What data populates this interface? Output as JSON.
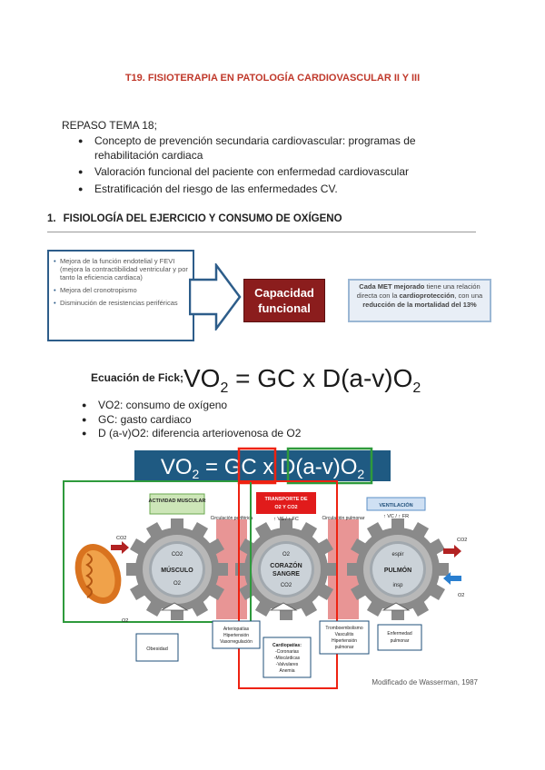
{
  "title": "T19. FISIOTERAPIA EN PATOLOGÍA CARDIOVASCULAR II Y III",
  "repaso": {
    "heading": "REPASO TEMA 18;",
    "items": [
      "Concepto de prevención secundaria cardiovascular: programas de rehabilitación cardiaca",
      "Valoración funcional del paciente con enfermedad cardiovascular",
      "Estratificación del riesgo de las enfermedades CV."
    ]
  },
  "section1": {
    "number": "1.",
    "title": "FISIOLOGÍA DEL EJERCICIO Y CONSUMO DE OXÍGENO"
  },
  "benefits": [
    "Mejora de la función endotelial y FEVI (mejora la contractibilidad ventricular y por tanto la eficiencia cardiaca)",
    "Mejora del cronotropismo",
    "Disminución de resistencias periféricas"
  ],
  "capacity": {
    "line1": "Capacidad",
    "line2": "funcional"
  },
  "met": {
    "bold1": "Cada MET mejorado",
    "text1": " tiene una relación directa con la ",
    "bold2": "cardioprotección",
    "text2": ", con una ",
    "bold3": "reducción de la mortalidad del 13%"
  },
  "fick": {
    "label": "Ecuación de Fick;",
    "vo": "VO",
    "sub1": "2",
    "mid": " = GC x D(a-v)O",
    "sub2": "2",
    "items": [
      "VO2: consumo de oxígeno",
      "GC: gasto cardiaco",
      "D (a-v)O2: diferencia arteriovenosa de O2"
    ]
  },
  "diagram": {
    "banner": {
      "vo": "VO",
      "sub": "2",
      "eq": " = ",
      "gc": "GC",
      "x": " x ",
      "d": "D(a-v)O",
      "sub2": "2"
    },
    "actividad": "ACTIVIDAD MUSCULAR",
    "transporte1": "TRANSPORTE DE",
    "transporte2": "O2 Y CO2",
    "ventilacion": "VENTILACIÓN",
    "vs_fc": "↑ VS / ↑ FC",
    "vc_fr": "↑ VC / ↑ FR",
    "circ_periferica": "Circulación periférica",
    "circ_pulmonar": "Circulación pulmonar",
    "gear1": {
      "co2": "CO2",
      "label": "MÚSCULO",
      "o2": "O2"
    },
    "gear2": {
      "o2": "O2",
      "label1": "CORAZÓN",
      "label2": "SANGRE",
      "co2": "CO2"
    },
    "gear3": {
      "top": "espir",
      "label": "PULMÓN",
      "bottom": "insp"
    },
    "left_co2": "CO2",
    "left_o2": "O2",
    "right_co2": "CO2",
    "right_o2": "O2",
    "box_obesidad": "Obesidad",
    "box_arterio": [
      "Arteriopatías",
      "Hipertensión",
      "Vasorregulación"
    ],
    "box_cardio": [
      "Cardiopatías:",
      "-Coronarias",
      "-Miocárdicas",
      "-Valvulares",
      "Anemia"
    ],
    "box_trombo": [
      "Tromboembolismo",
      "Vasculitis",
      "Hipertensión",
      "pulmonar"
    ],
    "box_enf": [
      "Enfermedad",
      "pulmonar"
    ],
    "credit": "Modificado de Wasserman, 1987"
  }
}
